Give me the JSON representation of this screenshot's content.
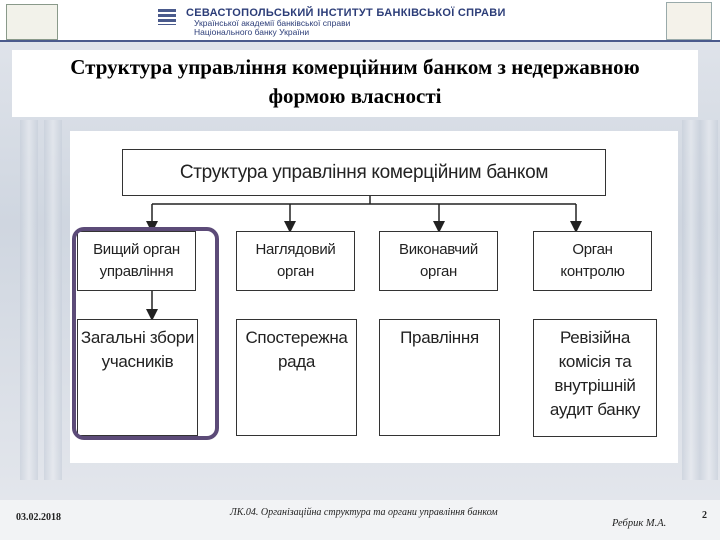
{
  "header": {
    "institute_name": "СЕВАСТОПОЛЬСЬКИЙ ІНСТИТУТ БАНКІВСЬКОЇ СПРАВИ",
    "institute_sub1": "Української академії банківської справи",
    "institute_sub2": "Національного банку України"
  },
  "slide": {
    "title_line1": "Структура управління комерційним банком з недержавною",
    "title_line2": "формою власності"
  },
  "diagram": {
    "top": "Структура управління комерційним банком",
    "level1": [
      {
        "line1": "Вищий орган",
        "line2": "управління"
      },
      {
        "line1": "Наглядовий",
        "line2": "орган"
      },
      {
        "line1": "Виконавчий",
        "line2": "орган"
      },
      {
        "line1": "Орган",
        "line2": "контролю"
      }
    ],
    "level2": [
      {
        "lines": [
          "Загальні збори",
          "учасників"
        ]
      },
      {
        "lines": [
          "Спостережна",
          "рада"
        ]
      },
      {
        "lines": [
          "Правління"
        ]
      },
      {
        "lines": [
          "Ревізійна",
          "комісія та",
          "внутрішній",
          "аудит банку"
        ]
      }
    ]
  },
  "footer": {
    "date": "03.02.2018",
    "lecture": "ЛК.04. Організаційна структура та органи управління банком",
    "author": "Ребрик М.А.",
    "page": "2"
  }
}
